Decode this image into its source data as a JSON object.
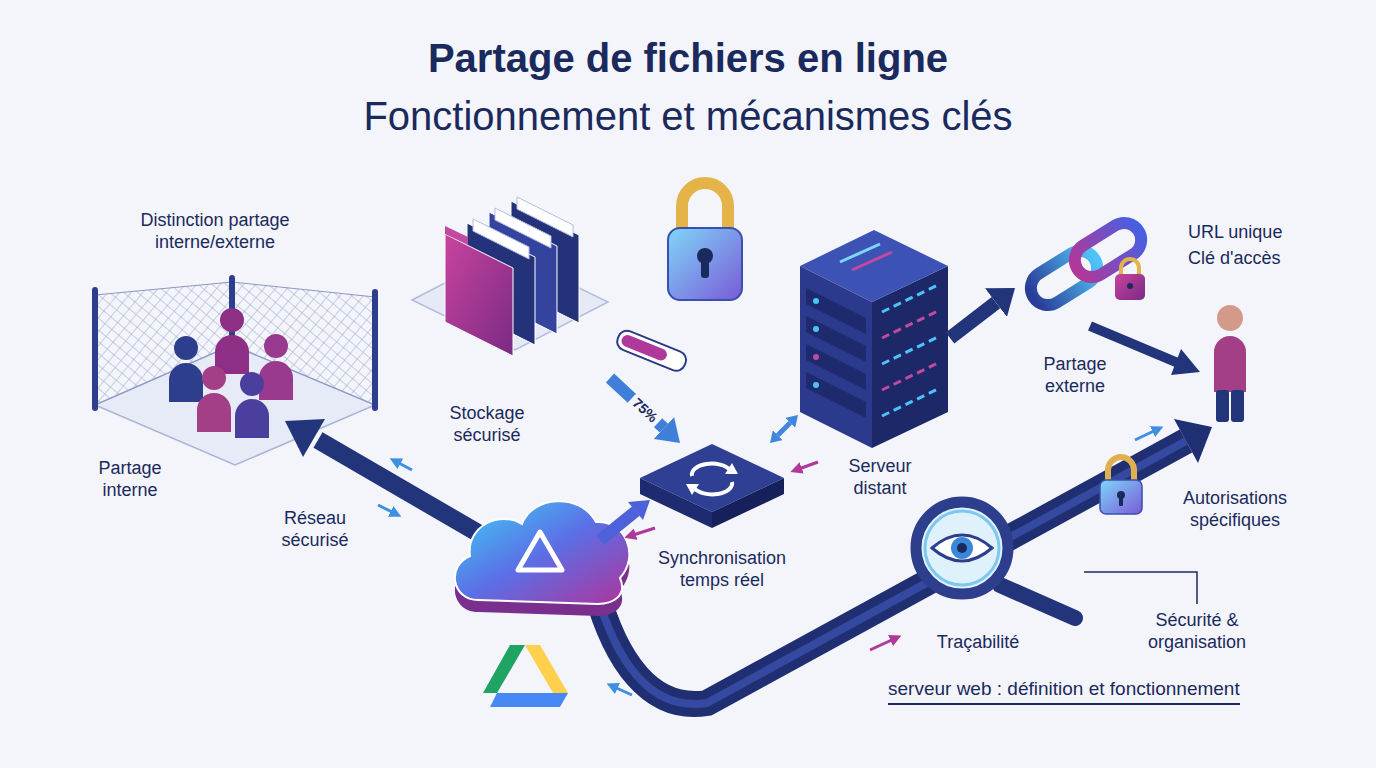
{
  "diagram": {
    "title": "Partage de fichiers en ligne",
    "nodes": [
      {
        "text": [
          "Distinction partage interne/externe",
          "Partage interne"
        ]
      },
      {
        "text": [
          "Stockage sécurisé"
        ]
      },
      {
        "text": [
          "Synchronisation temps réel"
        ]
      },
      {
        "text": [
          "Serveur distant"
        ]
      },
      {
        "text": [
          "URL unique",
          "Clé d'accès"
        ]
      },
      {
        "text": [
          "Traçabilité"
        ]
      },
      {
        "text": [
          "Autorisations spécifiques"
        ]
      }
    ],
    "edges": [
      {
        "from": 1,
        "to": 2,
        "label": "75%",
        "arrow": "to"
      },
      {
        "from": 2,
        "to": 3,
        "arrow": "both"
      },
      {
        "from": 3,
        "to": 4,
        "arrow": "to"
      }
    ],
    "labels": [
      "Fonctionnement et mécanismes clés",
      "Réseau sécurisé",
      "Partage externe",
      "Sécurité & organisation",
      "serveur web : définition et fonctionnement"
    ]
  }
}
